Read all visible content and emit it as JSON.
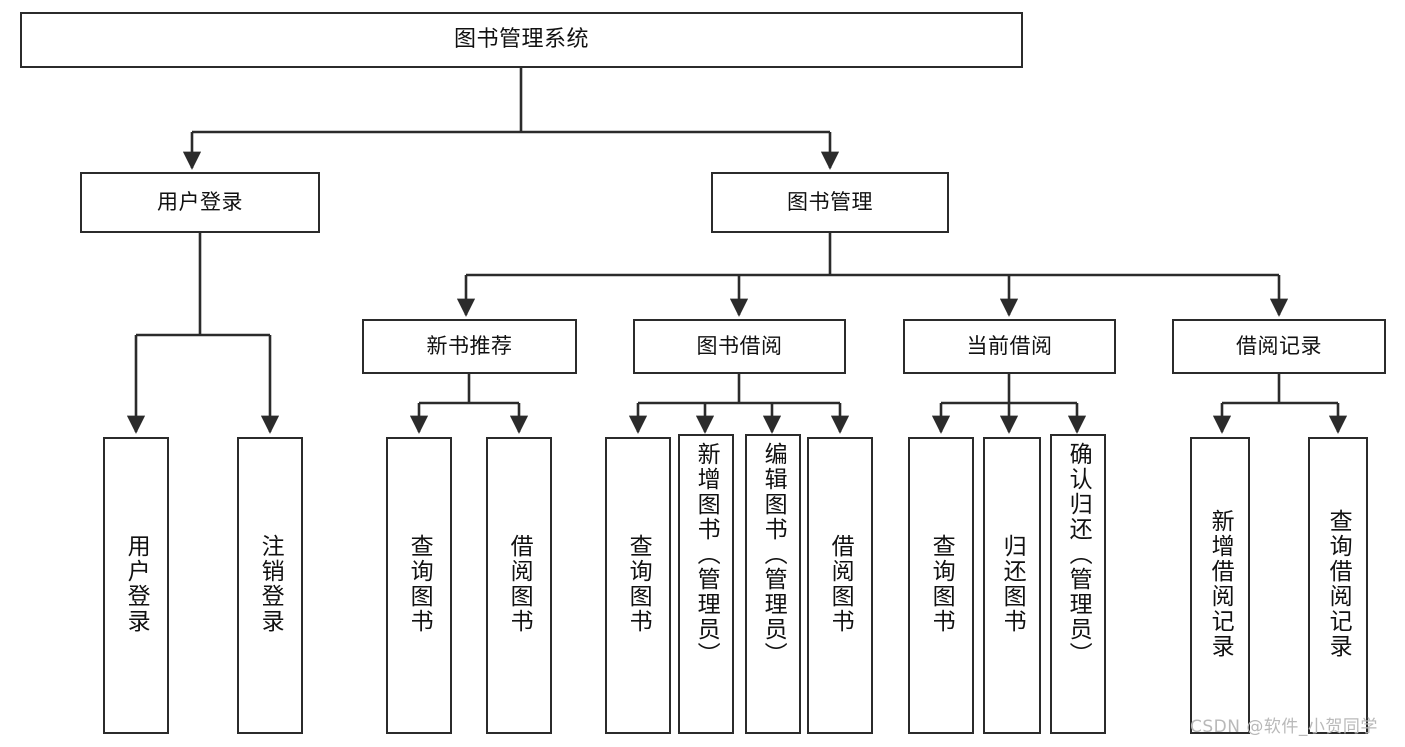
{
  "diagram": {
    "type": "tree",
    "title": "图书管理系统",
    "watermark": "CSDN @软件_小贺同学",
    "colors": {
      "box_border": "#2b2b2b",
      "box_fill": "#ffffff",
      "line": "#2b2b2b",
      "text": "#111111",
      "watermark": "#b9b9b9"
    },
    "nodes": {
      "root": {
        "label": "图书管理系统"
      },
      "level1": [
        {
          "label": "用户登录"
        },
        {
          "label": "图书管理"
        }
      ],
      "level2": [
        {
          "label": "新书推荐"
        },
        {
          "label": "图书借阅"
        },
        {
          "label": "当前借阅"
        },
        {
          "label": "借阅记录"
        }
      ],
      "leaves": {
        "user_login": [
          {
            "label": "用户登录"
          },
          {
            "label": "注销登录"
          }
        ],
        "new_book_recommend": [
          {
            "label": "查询图书"
          },
          {
            "label": "借阅图书"
          }
        ],
        "book_borrow": [
          {
            "label": "查询图书"
          },
          {
            "label": "新增图书（管理员）"
          },
          {
            "label": "编辑图书（管理员）"
          },
          {
            "label": "借阅图书"
          }
        ],
        "current_borrow": [
          {
            "label": "查询图书"
          },
          {
            "label": "归还图书"
          },
          {
            "label": "确认归还（管理员）"
          }
        ],
        "borrow_record": [
          {
            "label": "新增借阅记录"
          },
          {
            "label": "查询借阅记录"
          }
        ]
      }
    }
  }
}
